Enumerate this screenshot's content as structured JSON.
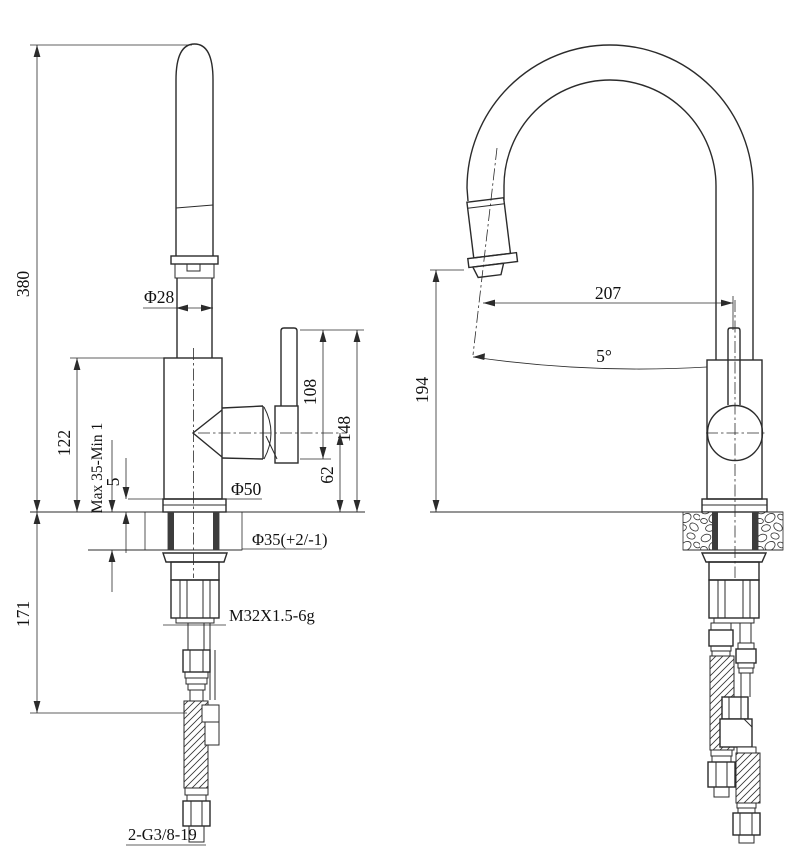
{
  "drawing": {
    "kind": "faucet-installation-technical-drawing",
    "colors": {
      "line": "#2b2b2b",
      "background": "#ffffff"
    },
    "front": {
      "overall_height": "380",
      "spout_diameter": "Φ28",
      "deck_to_body_top": "122",
      "deck_thickness": "Max 35-Min 1",
      "base_plate_height": "5",
      "base_diameter": "Φ50",
      "hole_diameter": "Φ35(+2/-1)",
      "mounting_thread": "M32X1.5-6g",
      "below_deck_depth": "171",
      "hose_connections": "2-G3/8-19",
      "handle_pivot_to_top": "108",
      "handle_overall_height": "148",
      "outlet_center_height": "62"
    },
    "side": {
      "spout_reach": "207",
      "head_angle": "5°",
      "outlet_height": "194"
    }
  }
}
